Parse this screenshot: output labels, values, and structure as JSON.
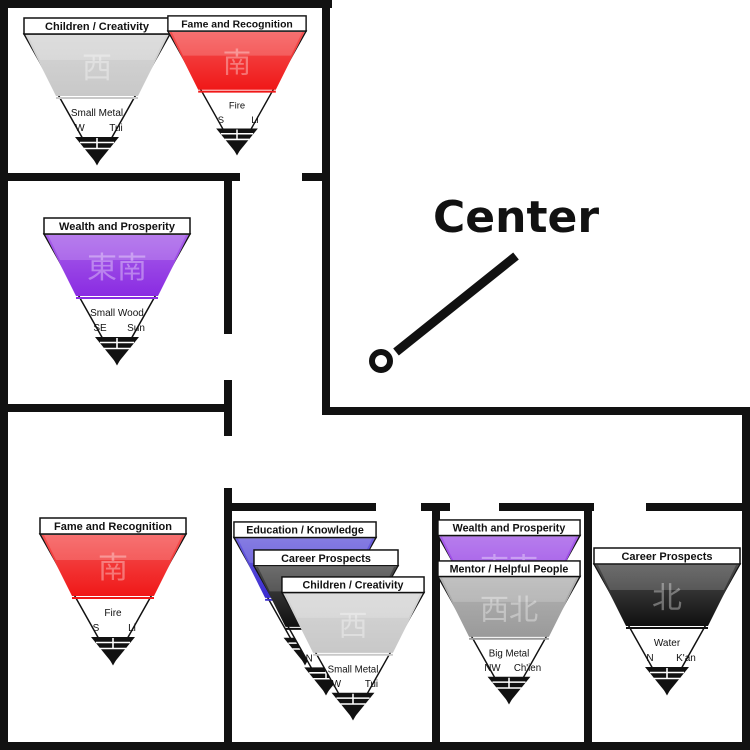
{
  "center_label": "Center",
  "cards": [
    {
      "key": "c1",
      "title": "Children / Creativity",
      "color": "#c8c8c8",
      "char": "西",
      "element": "Small Metal",
      "dir": "W",
      "trigram": "Tui"
    },
    {
      "key": "c2",
      "title": "Fame and Recognition",
      "color": "#f01818",
      "char": "南",
      "element": "Fire",
      "dir": "S",
      "trigram": "Li"
    },
    {
      "key": "c3",
      "title": "Wealth and Prosperity",
      "color": "#8a2be2",
      "char": "東南",
      "element": "Small Wood",
      "dir": "SE",
      "trigram": "Sun"
    },
    {
      "key": "c4",
      "title": "Fame and Recognition",
      "color": "#f01818",
      "char": "南",
      "element": "Fire",
      "dir": "S",
      "trigram": "Li"
    },
    {
      "key": "c5",
      "title": "Education / Knowledge",
      "color": "#3a2bd0",
      "char": "",
      "element": "",
      "dir": "",
      "trigram": ""
    },
    {
      "key": "c6",
      "title": "Career Prospects",
      "color": "#101010",
      "char": "",
      "element": "",
      "dir": "N",
      "trigram": ""
    },
    {
      "key": "c7",
      "title": "Children / Creativity",
      "color": "#c8c8c8",
      "char": "西",
      "element": "Small Metal",
      "dir": "W",
      "trigram": "Tui"
    },
    {
      "key": "c8",
      "title": "Wealth and Prosperity",
      "color": "#8a2be2",
      "char": "東南",
      "element": "",
      "dir": "",
      "trigram": ""
    },
    {
      "key": "c9",
      "title": "Mentor / Helpful People",
      "color": "#9a9a9a",
      "char": "西北",
      "element": "Big Metal",
      "dir": "NW",
      "trigram": "Ch'ien"
    },
    {
      "key": "c10",
      "title": "Career Prospects",
      "color": "#101010",
      "char": "北",
      "element": "Water",
      "dir": "N",
      "trigram": "K'an"
    }
  ]
}
